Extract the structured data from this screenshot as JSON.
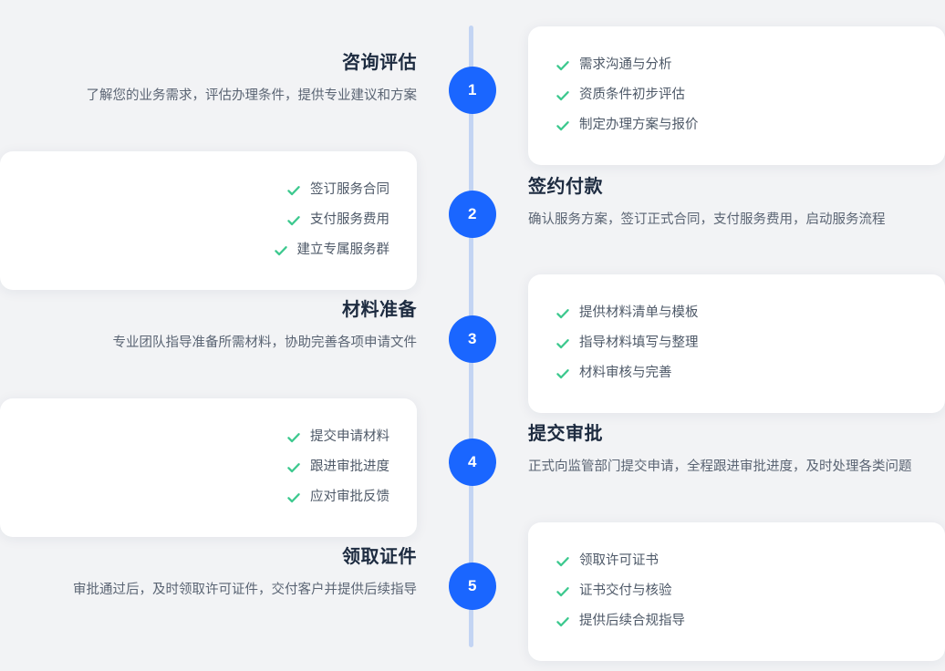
{
  "theme": {
    "background": "#f2f3f5",
    "accent": "#1a66ff",
    "rail": "#c3d4f3",
    "check": "#3ec98f",
    "title_color": "#1d2b40",
    "text_color": "#5a6473",
    "card_background": "#ffffff"
  },
  "icons": {
    "check": "check-icon"
  },
  "steps": [
    {
      "number": "1",
      "side": "left",
      "title": "咨询评估",
      "description": "了解您的业务需求，评估办理条件，提供专业建议和方案",
      "items": [
        "需求沟通与分析",
        "资质条件初步评估",
        "制定办理方案与报价"
      ]
    },
    {
      "number": "2",
      "side": "right",
      "title": "签约付款",
      "description": "确认服务方案，签订正式合同，支付服务费用，启动服务流程",
      "items": [
        "签订服务合同",
        "支付服务费用",
        "建立专属服务群"
      ]
    },
    {
      "number": "3",
      "side": "left",
      "title": "材料准备",
      "description": "专业团队指导准备所需材料，协助完善各项申请文件",
      "items": [
        "提供材料清单与模板",
        "指导材料填写与整理",
        "材料审核与完善"
      ]
    },
    {
      "number": "4",
      "side": "right",
      "title": "提交审批",
      "description": "正式向监管部门提交申请，全程跟进审批进度，及时处理各类问题",
      "items": [
        "提交申请材料",
        "跟进审批进度",
        "应对审批反馈"
      ]
    },
    {
      "number": "5",
      "side": "left",
      "title": "领取证件",
      "description": "审批通过后，及时领取许可证件，交付客户并提供后续指导",
      "items": [
        "领取许可证书",
        "证书交付与核验",
        "提供后续合规指导"
      ]
    }
  ]
}
